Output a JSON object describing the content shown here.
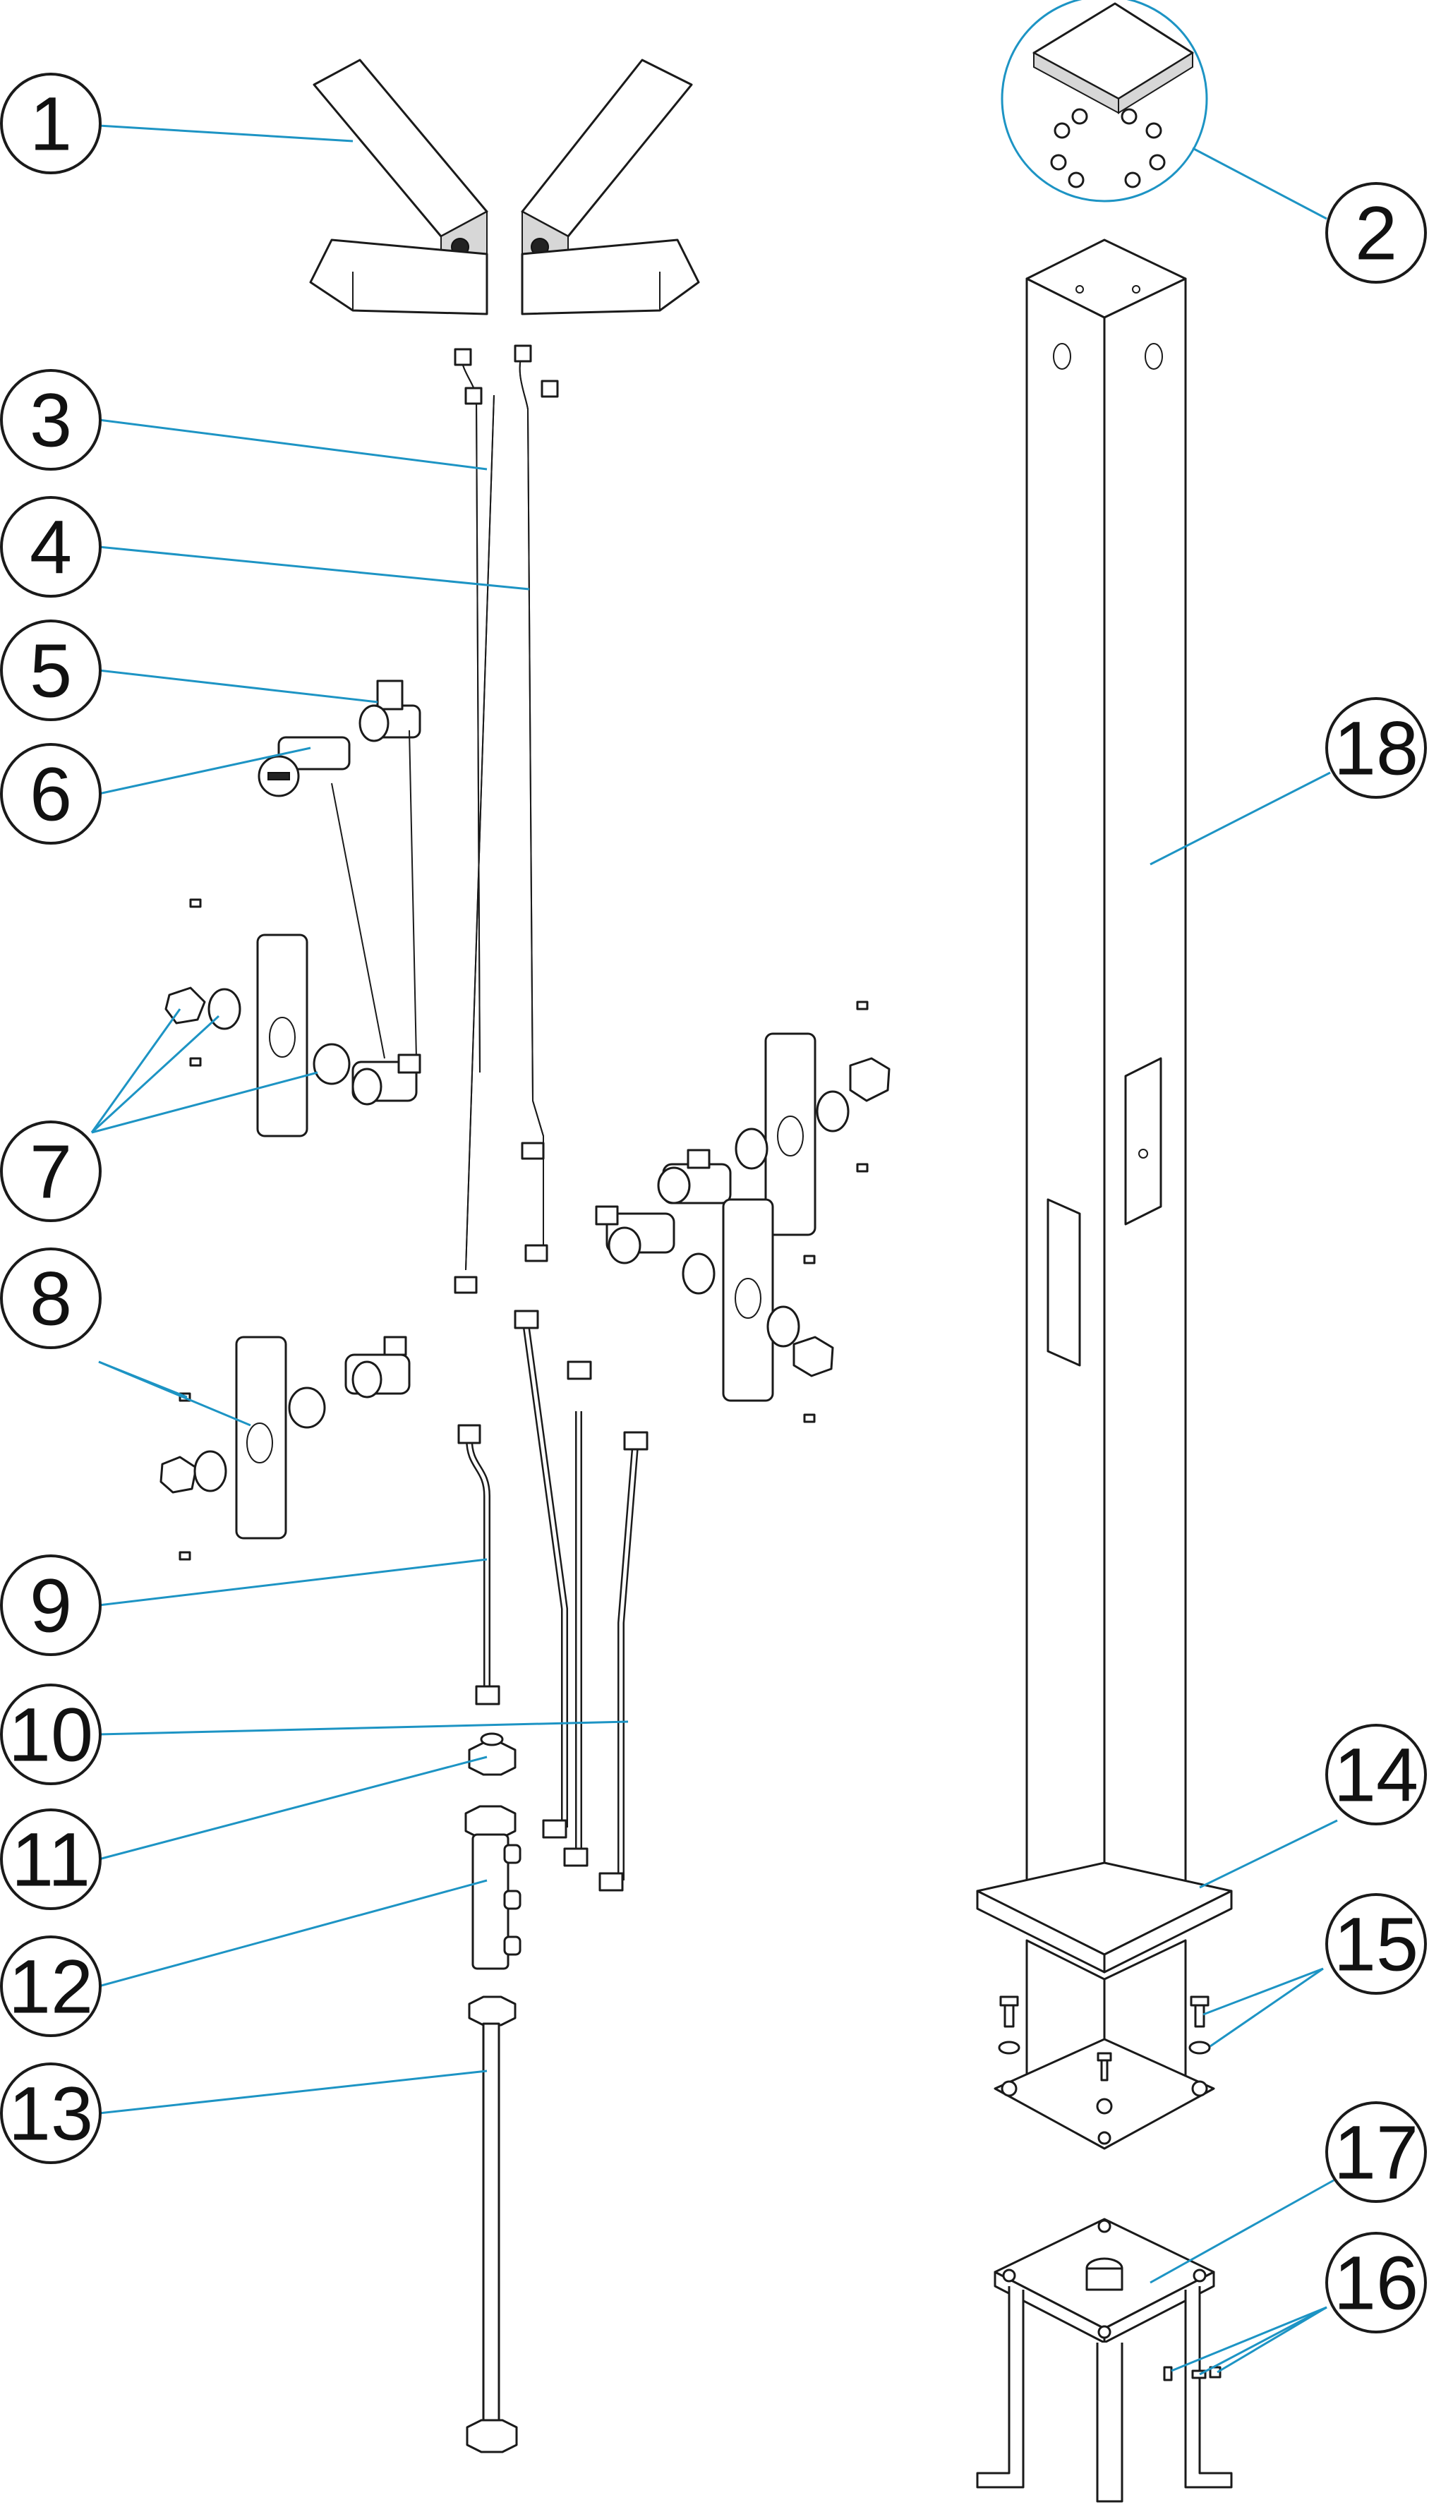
{
  "callouts": [
    {
      "id": "1",
      "text": "1"
    },
    {
      "id": "2",
      "text": "2"
    },
    {
      "id": "3",
      "text": "3"
    },
    {
      "id": "4",
      "text": "4"
    },
    {
      "id": "5",
      "text": "5"
    },
    {
      "id": "6",
      "text": "6"
    },
    {
      "id": "7",
      "text": "7"
    },
    {
      "id": "8",
      "text": "8"
    },
    {
      "id": "9",
      "text": "9"
    },
    {
      "id": "10",
      "text": "10"
    },
    {
      "id": "11",
      "text": "11"
    },
    {
      "id": "12",
      "text": "12"
    },
    {
      "id": "13",
      "text": "13"
    },
    {
      "id": "14",
      "text": "14"
    },
    {
      "id": "15",
      "text": "15"
    },
    {
      "id": "16",
      "text": "16"
    },
    {
      "id": "17",
      "text": "17"
    },
    {
      "id": "18",
      "text": "18"
    }
  ],
  "colors": {
    "leader_line": "#1d94c4",
    "outline": "#1a1a1a",
    "background": "#ffffff"
  }
}
